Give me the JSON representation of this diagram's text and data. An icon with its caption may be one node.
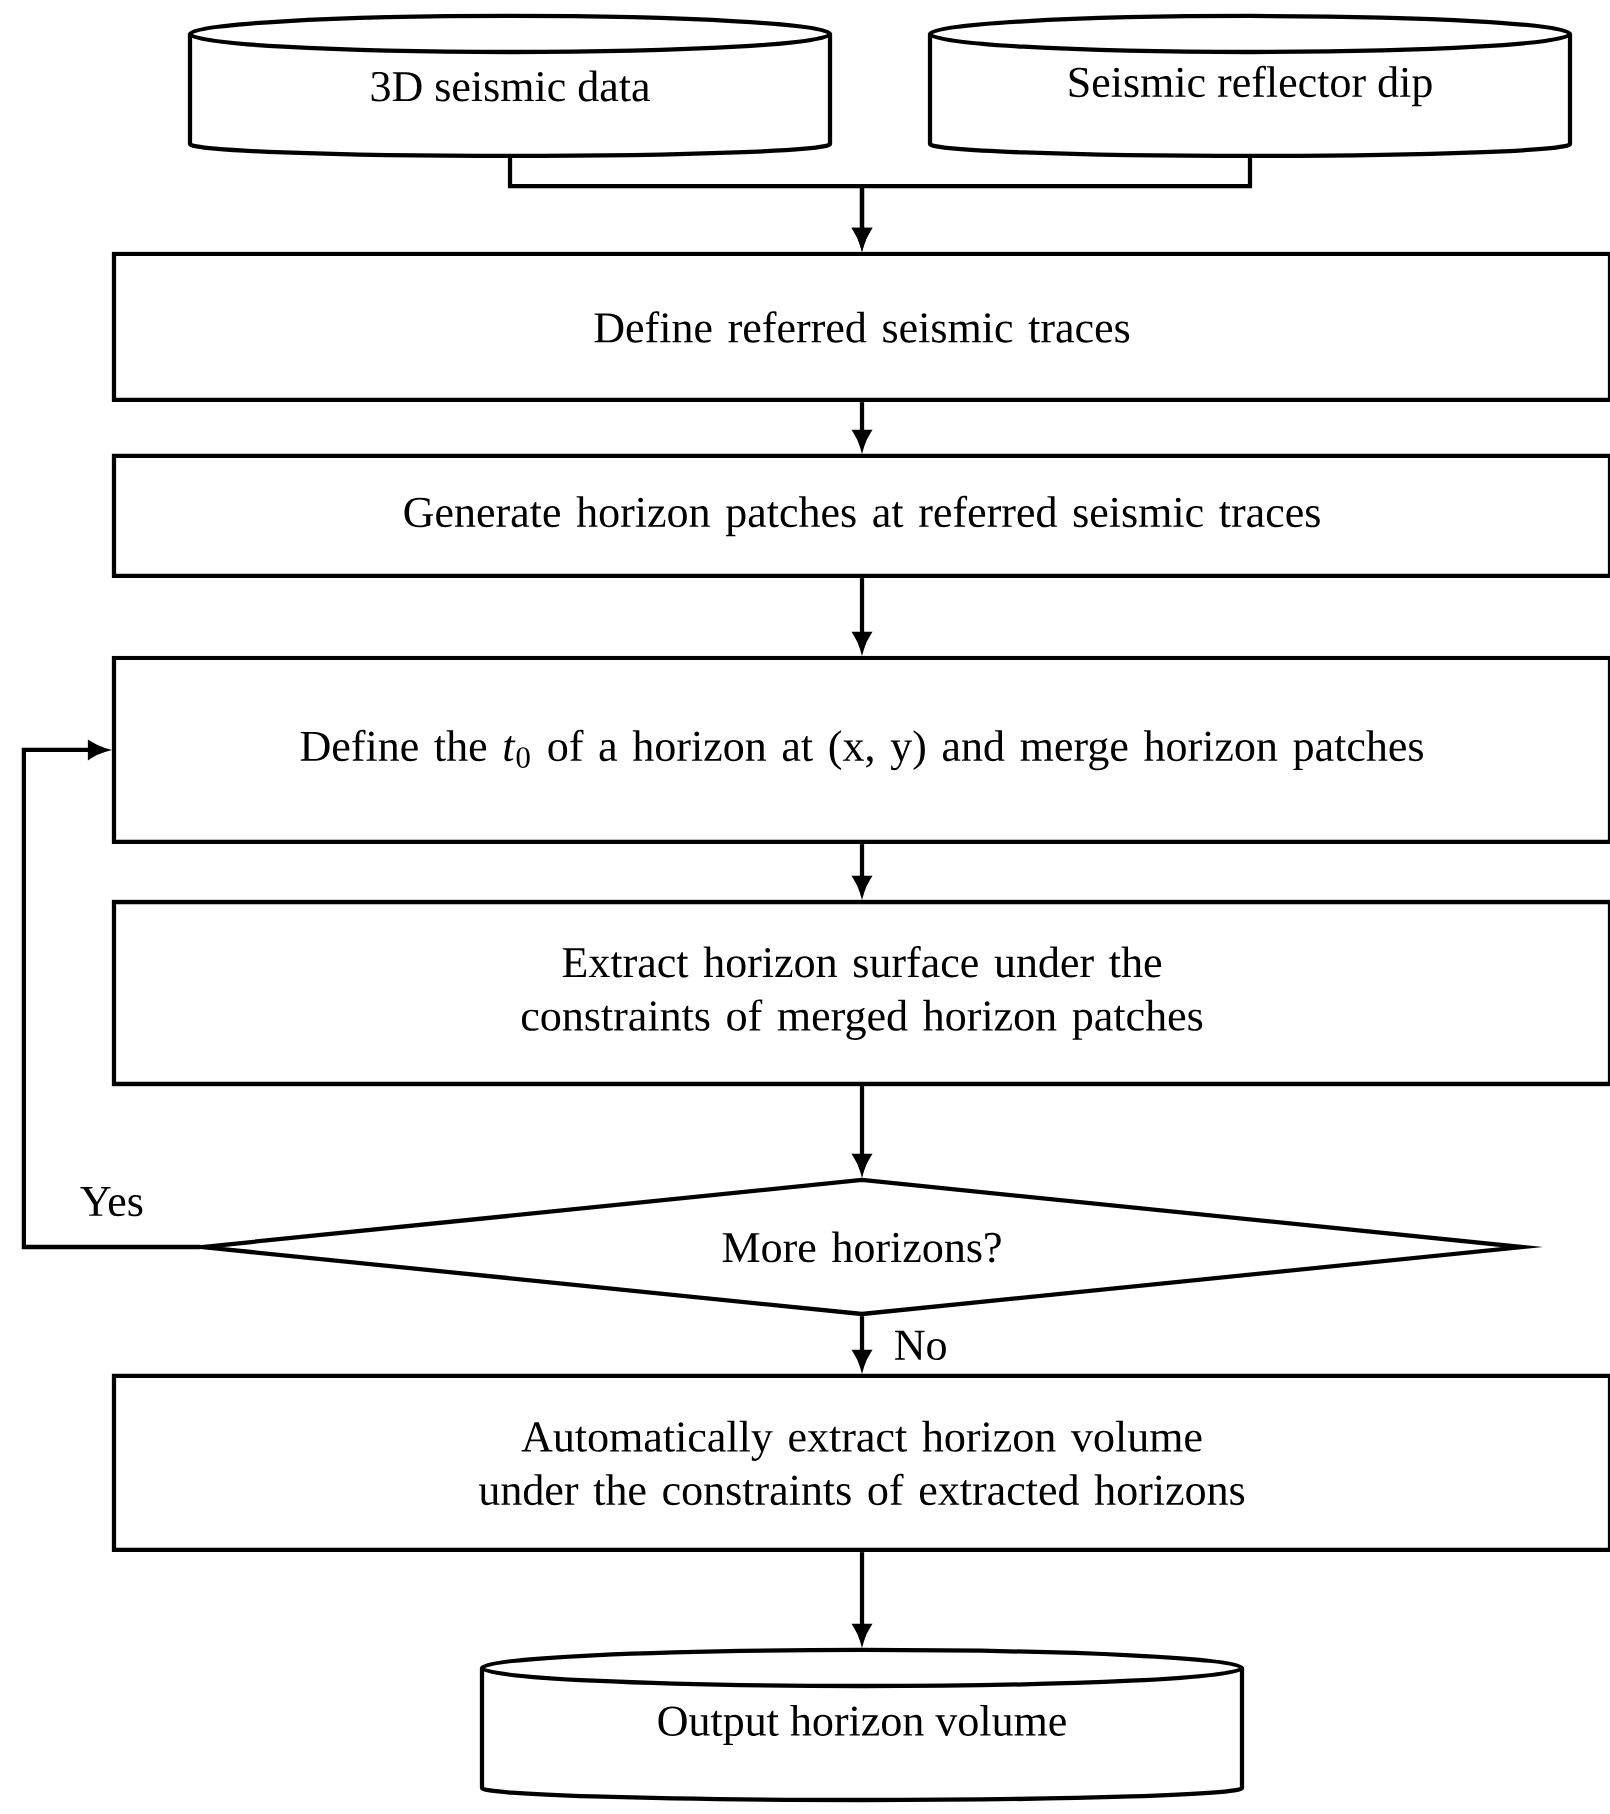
{
  "diagram": {
    "nodes": [
      {
        "text": [
          "3D seismic data"
        ]
      },
      {
        "text": [
          "Seismic reflector dip"
        ]
      },
      {
        "text": [
          "Define referred seismic traces"
        ]
      },
      {
        "text": [
          "Generate horizon patches at referred seismic traces"
        ]
      },
      {
        "text": [
          "Define the *t*$_{0}$ of a horizon at (x, y) and merge horizon patches"
        ]
      },
      {
        "text": [
          "Extract horizon surface under the constraints of merged horizon patches"
        ]
      },
      {
        "text": [
          "More horizons?"
        ]
      },
      {
        "text": [
          "Automatically extract horizon volume under the constraints of extracted horizons"
        ]
      },
      {
        "text": [
          "Output horizon volume"
        ]
      }
    ],
    "edges": [
      {
        "from": 0,
        "to": 2,
        "arrow": "to"
      },
      {
        "from": 1,
        "to": 2,
        "arrow": "to"
      },
      {
        "from": 2,
        "to": 3,
        "arrow": "to"
      },
      {
        "from": 3,
        "to": 4,
        "arrow": "to"
      },
      {
        "from": 4,
        "to": 5,
        "arrow": "to"
      },
      {
        "from": 5,
        "to": 6,
        "arrow": "to"
      },
      {
        "from": 6,
        "to": 4,
        "arrow": "to",
        "label": "Yes"
      },
      {
        "from": 6,
        "to": 7,
        "arrow": "to",
        "label": "No"
      },
      {
        "from": 7,
        "to": 8,
        "arrow": "to"
      }
    ]
  }
}
